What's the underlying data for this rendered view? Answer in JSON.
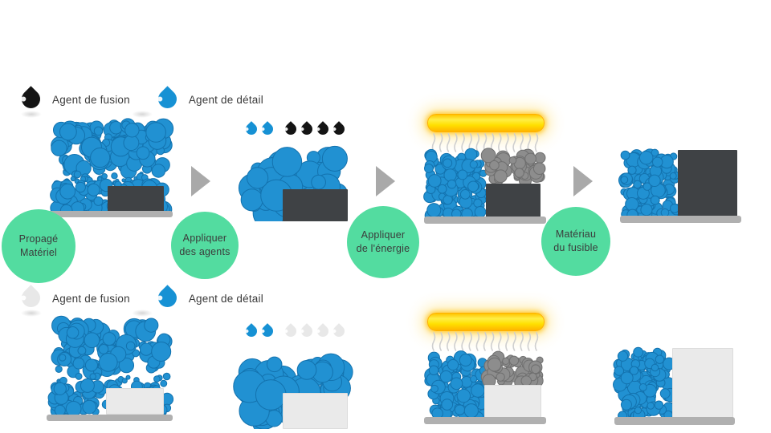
{
  "colors": {
    "powder_blue": "#2191d2",
    "powder_blue_stroke": "#1372ae",
    "powder_gray": "#8d8d8d",
    "powder_gray_stroke": "#6f6f6f",
    "fused_dark": "#3f4245",
    "fused_light": "#eaeaea",
    "platform": "#b0b0b0",
    "arrow": "#a9a9a9",
    "green": "#53dca0",
    "agent_fusion_black": "#141414",
    "agent_fusion_white": "#e8e8e8",
    "agent_detail_blue": "#1691d4",
    "lamp_yellow": "#ffe000",
    "heat_ray": "#cfcfcf",
    "text": "#3a3a3a"
  },
  "legends": [
    {
      "items": [
        {
          "label": "Agent de fusion",
          "color": "#141414"
        },
        {
          "label": "Agent de détail",
          "color": "#1691d4"
        }
      ]
    },
    {
      "items": [
        {
          "label": "Agent de fusion",
          "color": "#e8e8e8"
        },
        {
          "label": "Agent de détail",
          "color": "#1691d4"
        }
      ]
    }
  ],
  "steps": [
    {
      "line1": "Propagé",
      "line2": "Matériel"
    },
    {
      "line1": "Appliquer",
      "line2": "des agents"
    },
    {
      "line1": "Appliquer",
      "line2": "de l'énergie"
    },
    {
      "line1": "Matériau",
      "line2": "du fusible"
    }
  ],
  "droplet_rows": {
    "row1": [
      "#1691d4",
      "#1691d4",
      "#141414",
      "#141414",
      "#141414",
      "#141414"
    ],
    "row2": [
      "#1691d4",
      "#1691d4",
      "#e8e8e8",
      "#e8e8e8",
      "#e8e8e8",
      "#e8e8e8"
    ]
  }
}
